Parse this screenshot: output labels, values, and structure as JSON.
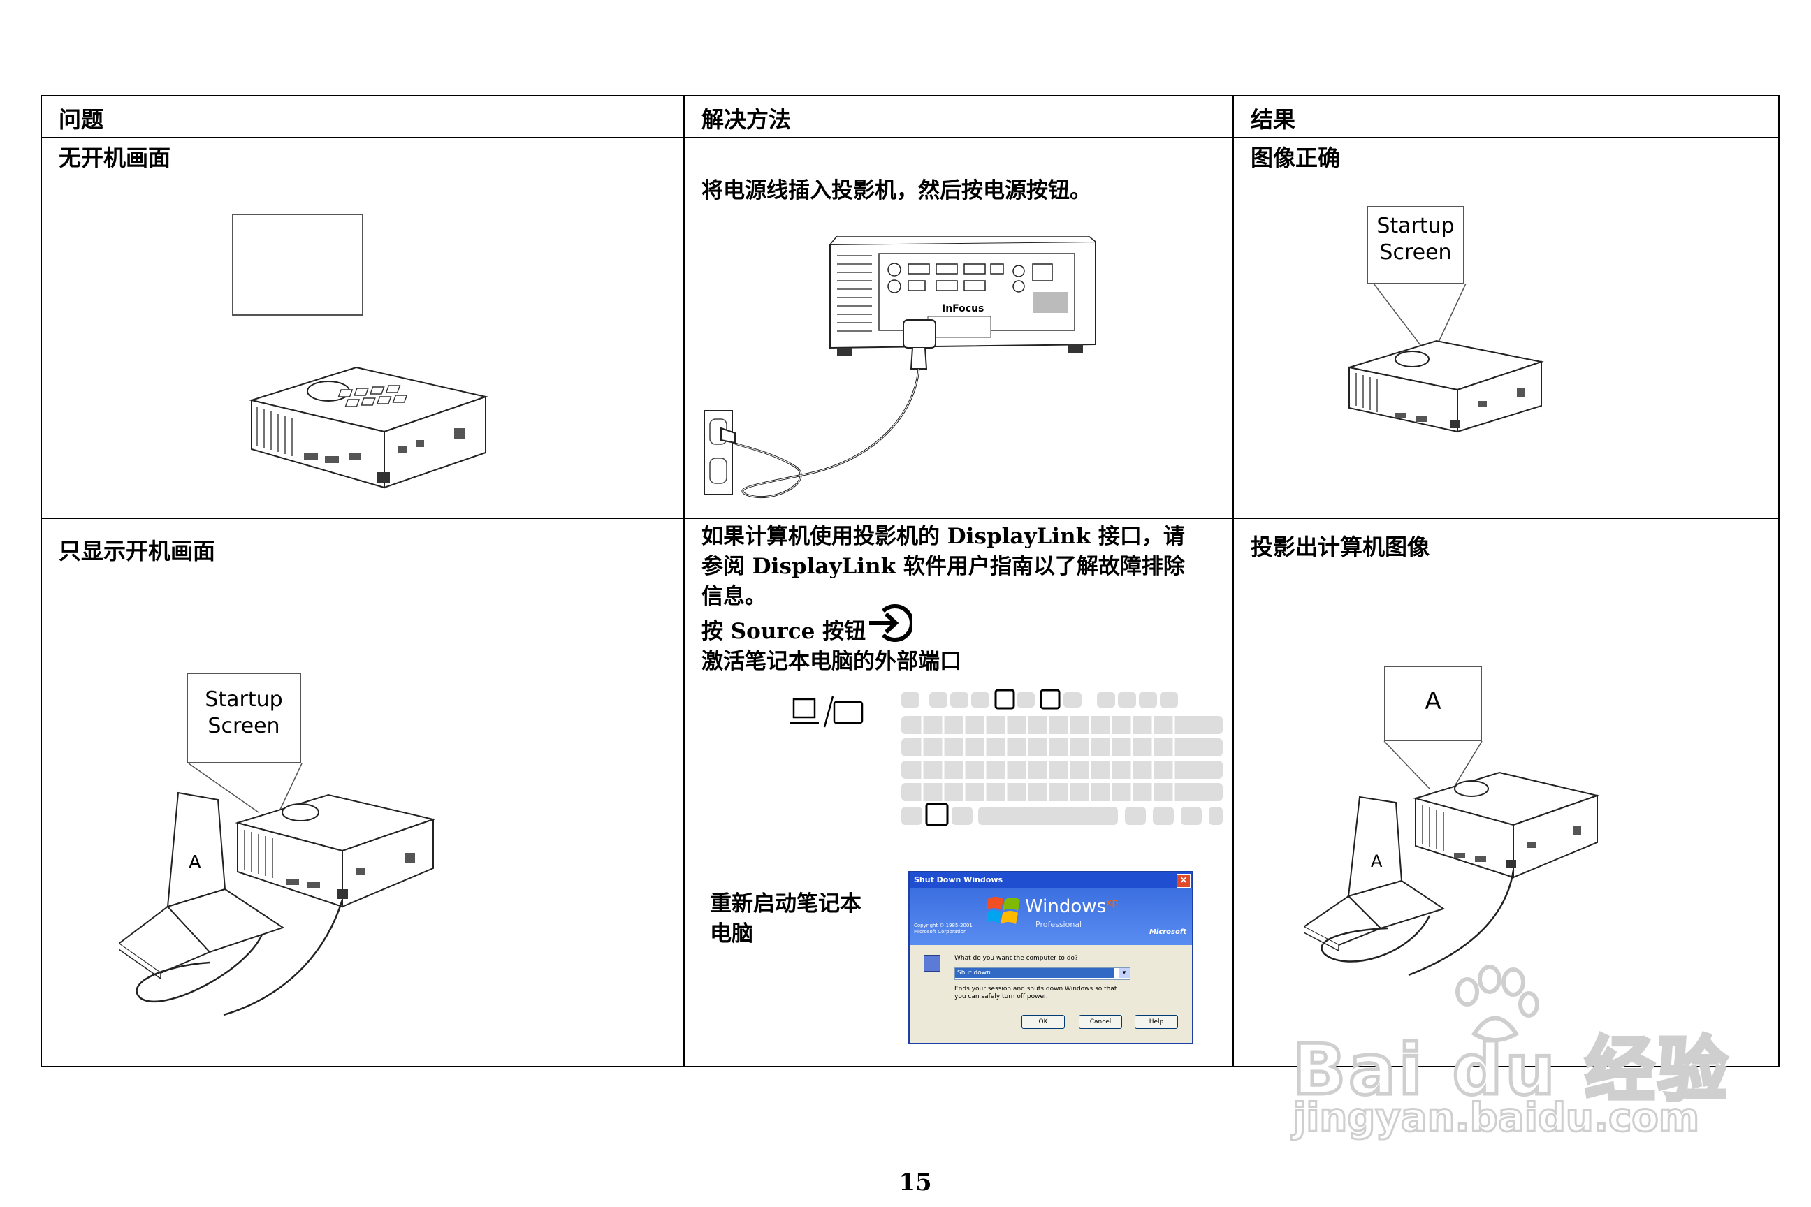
{
  "table": {
    "headers": [
      "问题",
      "解决方法",
      "结果"
    ],
    "row1": {
      "problem": "无开机画面",
      "solution": "将电源线插入投影机，然后按电源按钮。",
      "result": "图像正确",
      "result_screen_label": [
        "Startup",
        "Screen"
      ]
    },
    "row2": {
      "problem": "只显示开机画面",
      "problem_screen_label": [
        "Startup",
        "Screen"
      ],
      "problem_laptop_label": "A",
      "solution_lines": [
        "如果计算机使用投影机的 DisplayLink 接口，请",
        "参阅 DisplayLink 软件用户指南以了解故障排除",
        "信息。"
      ],
      "source_line": "按 Source 按钮",
      "activate_line": "激活笔记本电脑的外部端口",
      "restart_lines": [
        "重新启动笔记本",
        "电脑"
      ],
      "result": "投影出计算机图像",
      "result_screen_label": "A",
      "result_laptop_label": "A"
    }
  },
  "projector": {
    "brand": "InFocus"
  },
  "dialog": {
    "title": "Shut Down Windows",
    "logo_text": "Windows",
    "logo_sup": "xp",
    "edition": "Professional",
    "copyright": [
      "Copyright © 1985-2001",
      "Microsoft Corporation"
    ],
    "ms_label": "Microsoft",
    "question": "What do you want the computer to do?",
    "selected_option": "Shut down",
    "description": [
      "Ends your session and shuts down Windows so that",
      "you can safely turn off power."
    ],
    "buttons": [
      "OK",
      "Cancel",
      "Help"
    ]
  },
  "watermark": {
    "brand": "Bai du 经验",
    "url": "jingyan.baidu.com"
  },
  "page_number": "15"
}
